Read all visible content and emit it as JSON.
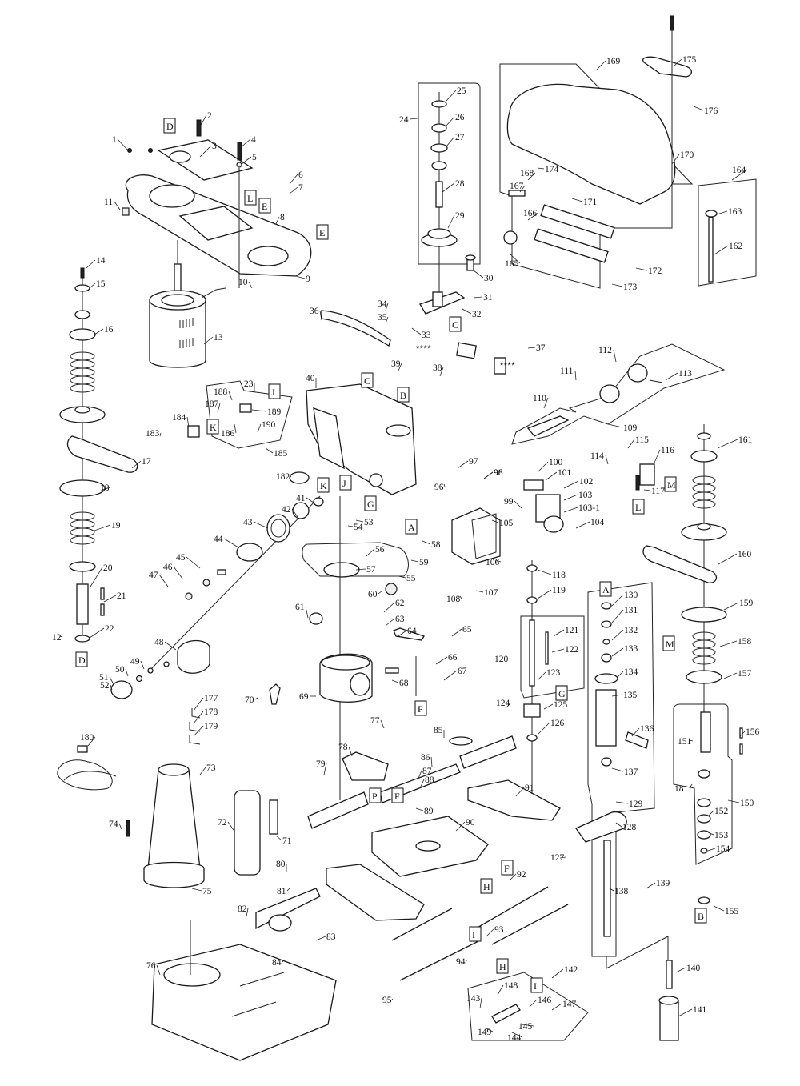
{
  "diagram": {
    "subject": "Drill press exploded parts diagram",
    "callouts": [
      "1",
      "2",
      "3",
      "4",
      "5",
      "6",
      "7",
      "8",
      "9",
      "10",
      "11",
      "12",
      "13",
      "14",
      "15",
      "16",
      "17",
      "18",
      "19",
      "20",
      "21",
      "22",
      "23",
      "24",
      "25",
      "26",
      "27",
      "28",
      "29",
      "30",
      "31",
      "32",
      "33",
      "34",
      "35",
      "36",
      "37",
      "38",
      "39",
      "40",
      "41",
      "42",
      "43",
      "44",
      "45",
      "46",
      "47",
      "48",
      "49",
      "50",
      "51",
      "52",
      "53",
      "54",
      "55",
      "56",
      "57",
      "58",
      "59",
      "60",
      "61",
      "62",
      "63",
      "64",
      "65",
      "66",
      "67",
      "68",
      "69",
      "70",
      "71",
      "72",
      "73",
      "74",
      "75",
      "76",
      "77",
      "78",
      "79",
      "80",
      "81",
      "82",
      "83",
      "84",
      "85",
      "86",
      "87",
      "88",
      "89",
      "90",
      "91",
      "92",
      "93",
      "94",
      "95",
      "96a",
      "96b",
      "97",
      "98",
      "99",
      "100",
      "101",
      "102",
      "103",
      "103-1",
      "104",
      "105",
      "106",
      "107",
      "108",
      "109",
      "110",
      "111",
      "112",
      "113",
      "114",
      "115",
      "116",
      "117",
      "118",
      "119",
      "120",
      "121",
      "122",
      "123",
      "124",
      "125",
      "126",
      "127",
      "128",
      "129",
      "130",
      "131",
      "132",
      "133",
      "134",
      "135",
      "136",
      "137",
      "138",
      "139",
      "140",
      "141",
      "142",
      "143",
      "144",
      "145",
      "146",
      "147",
      "148",
      "149",
      "150",
      "151",
      "152",
      "153",
      "154",
      "155",
      "156",
      "157",
      "158",
      "159",
      "160",
      "161",
      "162",
      "163",
      "164",
      "165",
      "166",
      "167",
      "168",
      "169",
      "170",
      "171",
      "172",
      "173",
      "174",
      "175",
      "176",
      "177",
      "178",
      "179",
      "180",
      "181",
      "182",
      "183",
      "184",
      "185",
      "186",
      "187",
      "188",
      "189",
      "190"
    ],
    "display_overrides": {
      "96a": "96",
      "96b": "96"
    },
    "tags": [
      "D",
      "L",
      "E",
      "E2",
      "C",
      "C2",
      "B",
      "B2",
      "A",
      "A2",
      "K",
      "K2",
      "J",
      "J2",
      "G",
      "G2",
      "G3",
      "M",
      "M2",
      "L2",
      "P",
      "P2",
      "F",
      "F2",
      "H",
      "H2",
      "I",
      "I2",
      "D2"
    ],
    "tag_letters": {
      "D": "D",
      "D2": "D",
      "L": "L",
      "L2": "L",
      "E": "E",
      "E2": "E",
      "C": "C",
      "C2": "C",
      "B": "B",
      "B2": "B",
      "A": "A",
      "A2": "A",
      "K": "K",
      "K2": "K",
      "J": "J",
      "J2": "J",
      "G": "G",
      "G2": "G",
      "G3": "G",
      "M": "M",
      "M2": "M",
      "P": "P",
      "P2": "P",
      "F": "F",
      "F2": "F",
      "H": "H",
      "H2": "H",
      "I": "I",
      "I2": "I"
    },
    "label_marks": [
      "****",
      "****"
    ]
  }
}
